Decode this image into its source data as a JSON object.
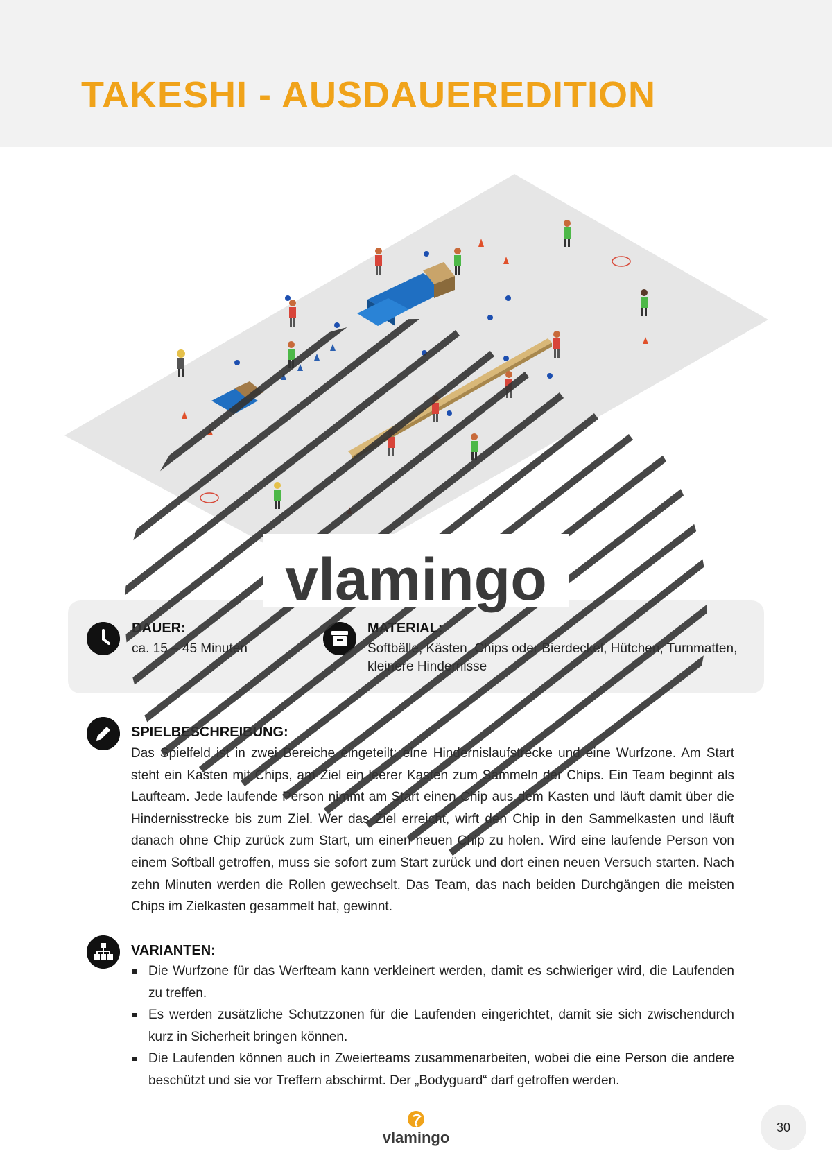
{
  "header": {
    "title": "TAKESHI - AUSDAUEREDITION"
  },
  "watermark": {
    "brand": "vlamingo"
  },
  "info": {
    "duration": {
      "label": "DAUER:",
      "value": "ca. 15 – 45 Minuten",
      "icon": "clock-icon"
    },
    "material": {
      "label": "MATERIAL:",
      "value_line1": "Softbälle, Kästen, Chips oder Bierdeckel, Hütchen, Turnmatten,",
      "value_line2": "kleinere Hindernisse",
      "icon": "archive-box-icon"
    }
  },
  "description": {
    "title": "SPIELBESCHREIBUNG:",
    "icon": "pencil-icon",
    "text": "Das Spielfeld ist in zwei Bereiche eingeteilt: eine Hindernislaufstrecke und eine Wurfzone. Am Start steht ein Kasten mit Chips, am Ziel ein leerer Kasten zum Sammeln der Chips. Ein Team beginnt als Laufteam. Jede laufende Person nimmt am Start einen Chip aus dem Kasten und läuft damit über die Hindernisstrecke bis zum Ziel. Wer das Ziel erreicht, wirft den Chip in den Sammelkasten und läuft danach ohne Chip zurück zum Start, um einen neuen Chip zu holen. Wird eine laufende Person von einem Softball getroffen, muss sie sofort zum Start zurück und dort einen neuen Versuch starten. Nach zehn Minuten werden die Rollen gewechselt. Das Team, das nach beiden Durchgängen die meisten Chips im Zielkasten gesammelt hat, gewinnt."
  },
  "variants": {
    "title": "VARIANTEN:",
    "icon": "hierarchy-icon",
    "items": [
      "Die Wurfzone für das Werfteam kann verkleinert werden, damit es schwieriger wird, die Laufenden zu treffen.",
      "Es werden zusätzliche Schutzzonen für die Laufenden eingerichtet, damit sie sich zwischendurch kurz in Sicherheit bringen können.",
      "Die Laufenden können auch in Zweierteams zusammenarbeiten, wobei die eine Person die andere beschützt und sie vor Treffern abschirmt. Der „Bodyguard“ darf getroffen werden."
    ]
  },
  "footer": {
    "logo_text": "vlamingo",
    "page_number": "30"
  },
  "colors": {
    "accent": "#f0a31a",
    "panel": "#efefef",
    "floor": "#e6e6e6",
    "mat_blue": "#1f6fc2",
    "bench": "#d9b878"
  }
}
